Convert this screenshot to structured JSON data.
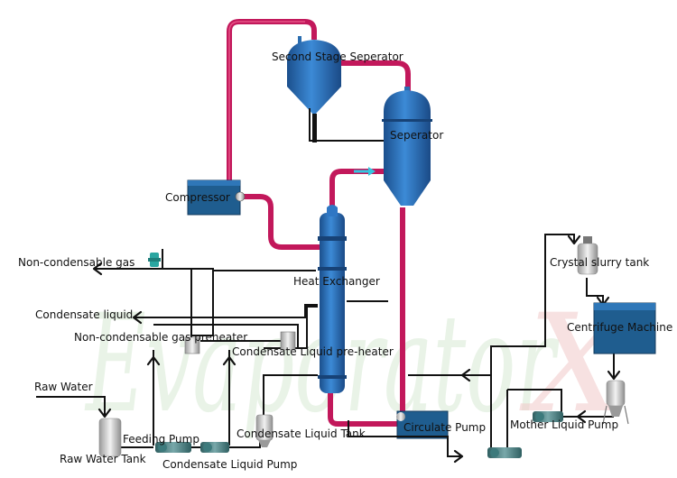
{
  "diagram": {
    "watermark": {
      "main": "Evaporator",
      "accent": "X"
    },
    "labels": {
      "second_stage_separator": "Second Stage Seperator",
      "separator": "Seperator",
      "compressor": "Compressor",
      "heat_exchanger": "Heat Exchanger",
      "non_condensable_gas": "Non-condensable gas",
      "condensate_liquid": "Condensate liquid",
      "non_condensable_gas_preheater": "Non-condensable gas preheater",
      "condensate_liquid_preheater": "Condensate Liquid pre-heater",
      "raw_water": "Raw Water",
      "raw_water_tank": "Raw Water Tank",
      "feeding_pump": "Feeding Pump",
      "condensate_liquid_pump": "Condensate Liquid Pump",
      "condensate_liquid_tank": "Condensate Liquid Tank",
      "circulate_pump": "Circulate Pump",
      "crystal_slurry_tank": "Crystal slurry tank",
      "centrifuge_machine": "Centrifuge Machine",
      "mother_liquid_pump": "Mother Liquid Pump"
    },
    "colors": {
      "vessel_blue": "#2f77c4",
      "vessel_dark": "#1d4f8f",
      "steam_pipe": "#c2185b",
      "flow_line": "#111111",
      "compressor": "#1f5d8f",
      "centrifuge": "#1f5d8f"
    }
  }
}
